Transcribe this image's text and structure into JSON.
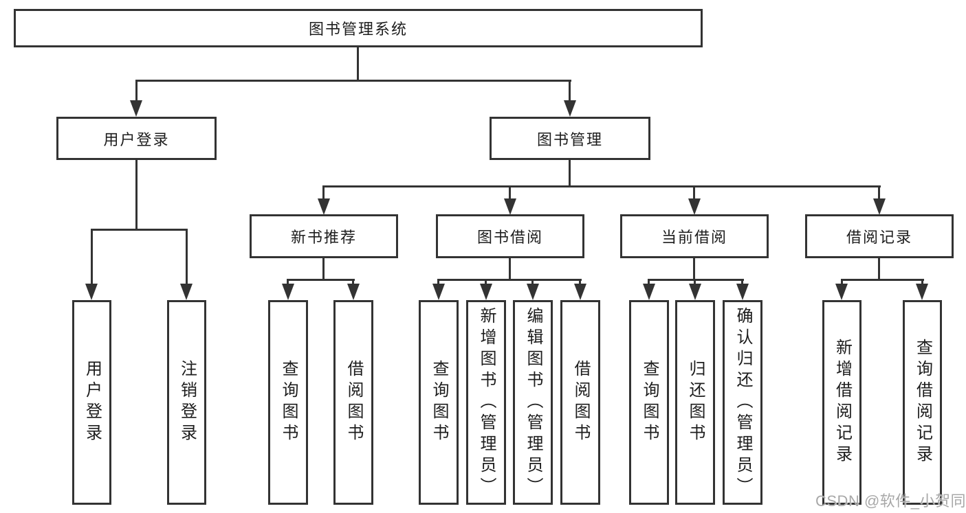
{
  "colors": {
    "line": "#333333",
    "text": "#1d1d1d",
    "bg": "#ffffff",
    "watermark": "#a8a8a8"
  },
  "tree": {
    "root": {
      "label": "图书管理系统"
    },
    "branches": [
      {
        "label": "用户登录",
        "children": [
          "用户登录",
          "注销登录"
        ]
      },
      {
        "label": "图书管理",
        "children": [
          {
            "label": "新书推荐",
            "children": [
              "查询图书",
              "借阅图书"
            ]
          },
          {
            "label": "图书借阅",
            "children": [
              "查询图书",
              "新增图书（管理员）",
              "编辑图书（管理员）",
              "借阅图书"
            ]
          },
          {
            "label": "当前借阅",
            "children": [
              "查询图书",
              "归还图书",
              "确认归还（管理员）"
            ]
          },
          {
            "label": "借阅记录",
            "children": [
              "新增借阅记录",
              "查询借阅记录"
            ]
          }
        ]
      }
    ]
  },
  "watermark": {
    "text": "CSDN @软件_小贺同学"
  }
}
